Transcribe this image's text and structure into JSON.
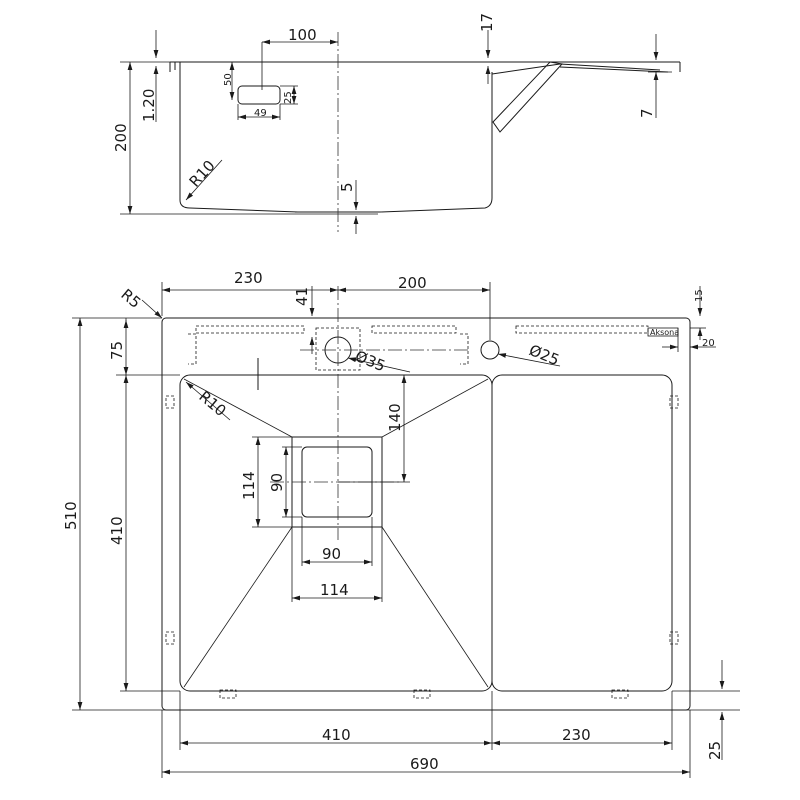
{
  "side_view": {
    "dim_100": "100",
    "dim_17": "17",
    "dim_200": "200",
    "dim_1_20": "1.20",
    "dim_50": "50",
    "dim_49": "49",
    "dim_25": "25",
    "dim_r10": "R10",
    "dim_5": "5",
    "dim_7": "7"
  },
  "plan_view": {
    "dim_230_top": "230",
    "dim_200_top": "200",
    "dim_r5": "R5",
    "dim_41": "41",
    "dim_15": "15",
    "dim_75": "75",
    "dim_20": "20",
    "dim_d35": "Ø35",
    "dim_d25": "Ø25",
    "dim_r10": "R10",
    "dim_140": "140",
    "dim_510": "510",
    "dim_410_left": "410",
    "dim_114_vert": "114",
    "dim_90_vert": "90",
    "dim_90_horiz": "90",
    "dim_114_horiz": "114",
    "dim_410_bottom": "410",
    "dim_230_bottom": "230",
    "dim_690": "690",
    "dim_25": "25",
    "brand_mark": "Aksona"
  }
}
